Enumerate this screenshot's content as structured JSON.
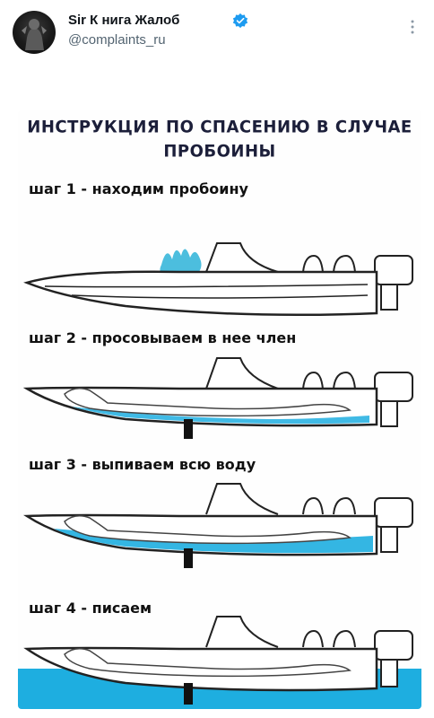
{
  "tweet": {
    "display_name": "Sir К нига Жалоб",
    "handle": "@complaints_ru",
    "verified_icon": "verified-badge-icon",
    "more_icon": "more-options-icon"
  },
  "meme": {
    "title_line1": "ИНСТРУКЦИЯ ПО СПАСЕНИЮ В СЛУЧАЕ",
    "title_line2": "ПРОБОИНЫ",
    "steps": [
      "шаг 1 - находим пробоину",
      "шаг 2 - просовываем в нее член",
      "шаг 3 - выпиваем всю воду",
      "шаг 4 - писаем"
    ],
    "water_color": "#1eaee0"
  }
}
